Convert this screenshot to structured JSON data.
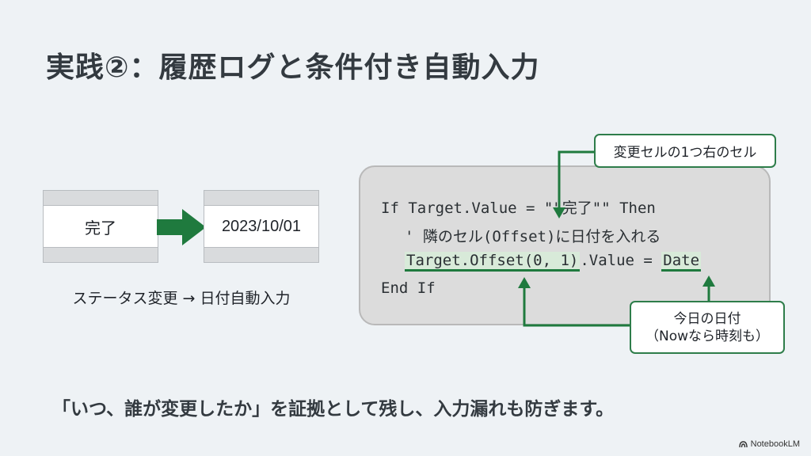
{
  "title": "実践②：履歴ログと条件付き自動入力",
  "cells": {
    "before": "完了",
    "after": "2023/10/01"
  },
  "left_caption": "ステータス変更 → 日付自動入力",
  "code": {
    "line1": "If Target.Value = \"\"完了\"\" Then",
    "line2": "' 隣のセル(Offset)に日付を入れる",
    "line3_part1": "Target.Offset(0, 1)",
    "line3_part2": ".Value = ",
    "line3_part3": "Date",
    "line4": "End If"
  },
  "callouts": {
    "top": "変更セルの1つ右のセル",
    "bottom_line1": "今日の日付",
    "bottom_line2": "（Nowなら時刻も）"
  },
  "bottom_text": "「いつ、誰が変更したか」を証拠として残し、入力漏れも防ぎます。",
  "brand": "NotebookLM",
  "colors": {
    "accent_green": "#1f7a3e",
    "highlight": "#d8ead9",
    "background": "#eef2f5"
  }
}
